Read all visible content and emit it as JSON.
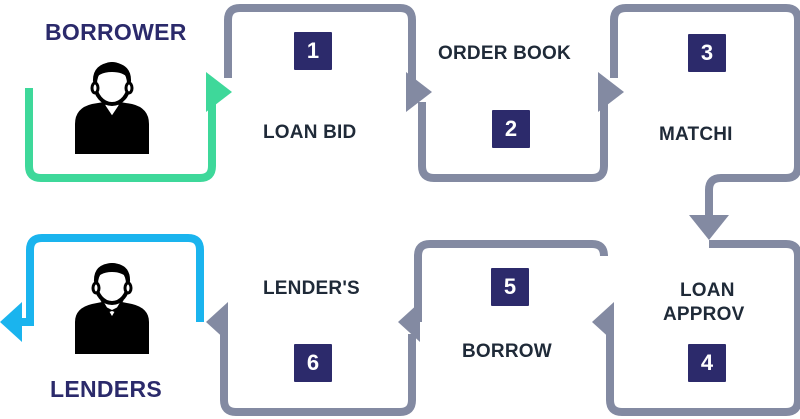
{
  "borrower": {
    "label": "BORROWER",
    "icon": "borrower-person-icon"
  },
  "lenders": {
    "label": "LENDERS",
    "icon": "lender-person-icon"
  },
  "steps": [
    {
      "number": "1",
      "label": "LOAN BID"
    },
    {
      "number": "2",
      "label": "ORDER BOOK"
    },
    {
      "number": "3",
      "label": "MATCHI"
    },
    {
      "number": "4",
      "label_line1": "LOAN",
      "label_line2": "APPROV"
    },
    {
      "number": "5",
      "label": "BORROW"
    },
    {
      "number": "6",
      "label": "LENDER'S"
    }
  ],
  "colors": {
    "borrower_path": "#3ed89a",
    "lender_path": "#1ab4ee",
    "flow_path": "#838aa2",
    "badge": "#2c2a6b",
    "title_text": "#2b2a6b",
    "step_text": "#1f2a38"
  }
}
